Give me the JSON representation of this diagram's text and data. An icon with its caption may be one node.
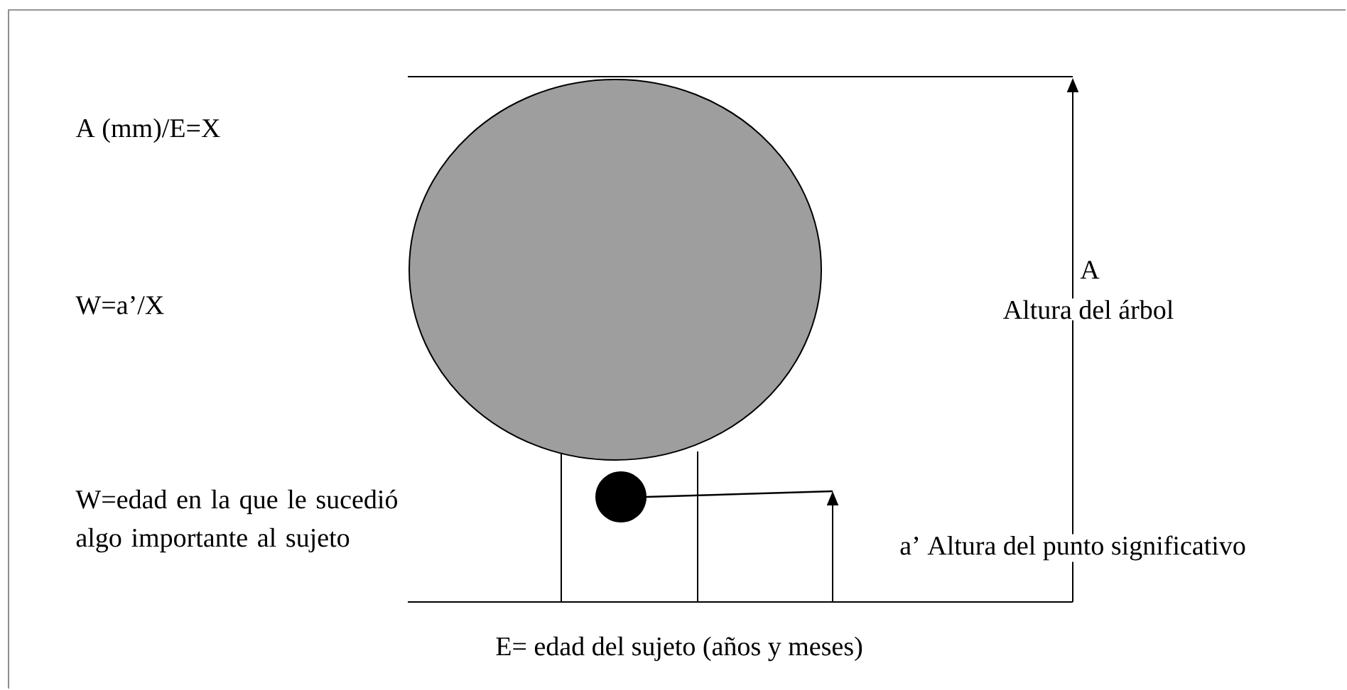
{
  "diagram": {
    "labels": [
      "A (mm)/E=X",
      "W=a’/X",
      "A",
      "Altura del árbol",
      "W=edad en la que le sucedió algo importante al sujeto",
      "a’ Altura del punto significativo",
      "E= edad del sujeto (años y meses)"
    ]
  }
}
